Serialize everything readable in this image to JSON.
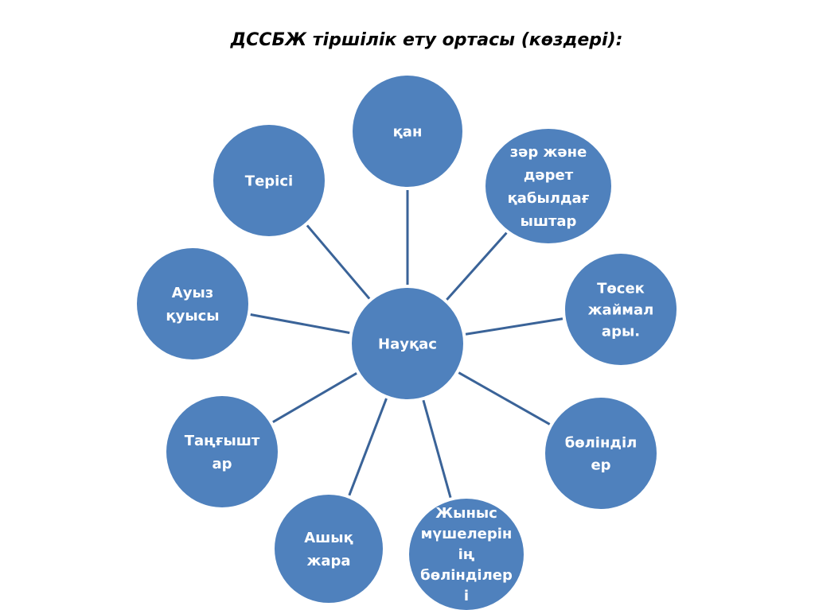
{
  "title": "ДССБЖ тіршілік ету  ортасы (көздері):",
  "colors": {
    "node_fill": "#4f81bd",
    "connector": "#3a6398",
    "node_text": "#ffffff",
    "background": "#ffffff"
  },
  "center": {
    "id": "naukas",
    "lines": [
      "Науқас"
    ]
  },
  "nodes": [
    {
      "id": "qan",
      "lines": [
        "қан"
      ]
    },
    {
      "id": "zar",
      "lines": [
        "зәр және",
        "дәрет",
        "қабылдағ",
        "ыштар"
      ]
    },
    {
      "id": "tosek",
      "lines": [
        "Төсек",
        "жаймал",
        "ары."
      ]
    },
    {
      "id": "bolindiler",
      "lines": [
        "бөлінділ",
        "ер"
      ]
    },
    {
      "id": "zhynys",
      "lines": [
        "Жыныс",
        "мүшелерін",
        "ің",
        "бөлінділер",
        "і"
      ]
    },
    {
      "id": "ashyq",
      "lines": [
        "Ашық",
        "жара"
      ]
    },
    {
      "id": "tangyshtar",
      "lines": [
        "Таңғышт",
        "ар"
      ]
    },
    {
      "id": "auyz",
      "lines": [
        "Ауыз",
        "қуысы"
      ]
    },
    {
      "id": "terisi",
      "lines": [
        "Терісі"
      ]
    }
  ]
}
